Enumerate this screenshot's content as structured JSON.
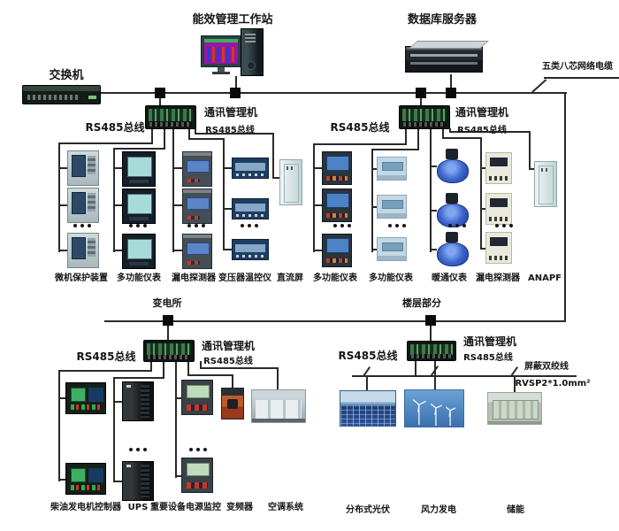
{
  "nodes": {
    "switch": "交换机",
    "workstation": "能效管理工作站",
    "db_server": "数据库服务器",
    "network_cable": "五类八芯网络电缆",
    "comm_manager": "通讯管理机",
    "rs485_bus": "RS485总线",
    "substation": "变电所",
    "floor_section": "楼层部分",
    "shielded_pair": "屏蔽双绞线",
    "cable_spec": "RVSP2*1.0mm²"
  },
  "substation_group": {
    "devices": [
      "微机保护装置",
      "多功能仪表",
      "漏电探测器",
      "变压器温控仪",
      "直流屏"
    ]
  },
  "floor_group": {
    "devices": [
      "多功能仪表",
      "多功能仪表",
      "暖通仪表",
      "漏电探测器",
      "ANAPF"
    ]
  },
  "power_group": {
    "devices": [
      "柴油发电机控制器",
      "UPS",
      "重要设备电源监控",
      "变频器",
      "空调系统"
    ]
  },
  "renewable_group": {
    "devices": [
      "分布式光伏",
      "风力发电",
      "储能"
    ]
  },
  "colors": {
    "wire": "#2a2a2a",
    "label": "#151515",
    "background": "#ffffff"
  }
}
